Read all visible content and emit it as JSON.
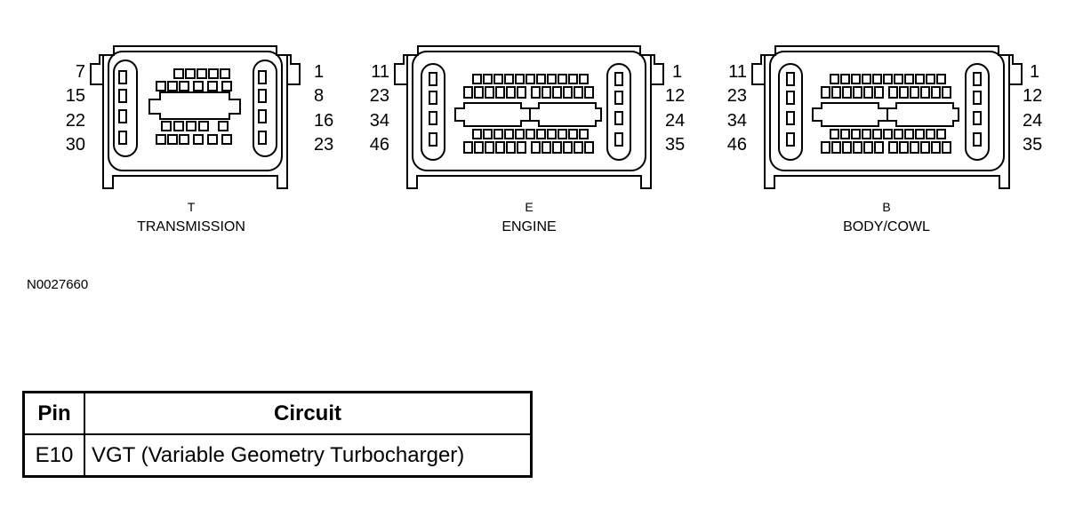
{
  "connectors": [
    {
      "letter": "T",
      "name": "TRANSMISSION",
      "left_pins": [
        "7",
        "15",
        "22",
        "30"
      ],
      "right_pins": [
        "1",
        "8",
        "16",
        "23"
      ]
    },
    {
      "letter": "E",
      "name": "ENGINE",
      "left_pins": [
        "11",
        "23",
        "34",
        "46"
      ],
      "right_pins": [
        "1",
        "12",
        "24",
        "35"
      ]
    },
    {
      "letter": "B",
      "name": "BODY/COWL",
      "left_pins": [
        "11",
        "23",
        "34",
        "46"
      ],
      "right_pins": [
        "1",
        "12",
        "24",
        "35"
      ]
    }
  ],
  "figure_id": "N0027660",
  "table": {
    "headers": {
      "pin": "Pin",
      "circuit": "Circuit"
    },
    "rows": [
      {
        "pin": "E10",
        "circuit": "VGT (Variable Geometry Turbocharger)"
      }
    ]
  }
}
